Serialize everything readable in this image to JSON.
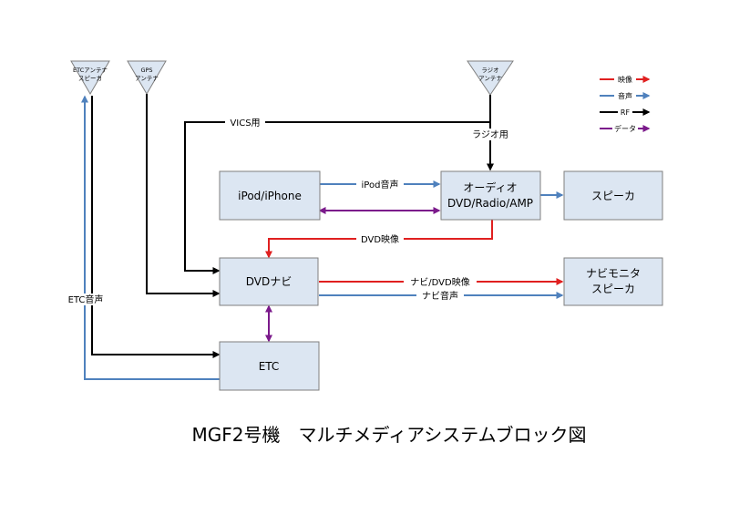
{
  "title": "MGF2号機　マルチメディアシステムブロック図",
  "colors": {
    "video": "#e02020",
    "audio": "#4f81bd",
    "rf": "#000000",
    "data": "#7b1a8b",
    "box_fill": "#dce6f2",
    "box_stroke": "#7f7f7f"
  },
  "antennas": {
    "etc": [
      "ETCアンテナ",
      "スピーカ"
    ],
    "gps": [
      "GPS",
      "アンテナ"
    ],
    "radio": [
      "ラジオ",
      "アンテナ"
    ]
  },
  "boxes": {
    "ipod": [
      "iPod/iPhone"
    ],
    "audio": [
      "オーディオ",
      "DVD/Radio/AMP"
    ],
    "speaker": [
      "スピーカ"
    ],
    "navi": [
      "DVDナビ"
    ],
    "monitor": [
      "ナビモニタ",
      "スピーカ"
    ],
    "etc": [
      "ETC"
    ]
  },
  "edge_labels": {
    "vics": "VICS用",
    "radio": "ラジオ用",
    "ipod_audio": "iPod音声",
    "dvd_video": "DVD映像",
    "navi_video": "ナビ/DVD映像",
    "navi_audio": "ナビ音声",
    "etc_audio": "ETC音声"
  },
  "legend": [
    {
      "type": "video",
      "label": "映像"
    },
    {
      "type": "audio",
      "label": "音声"
    },
    {
      "type": "rf",
      "label": "RF"
    },
    {
      "type": "data",
      "label": "データ"
    }
  ]
}
